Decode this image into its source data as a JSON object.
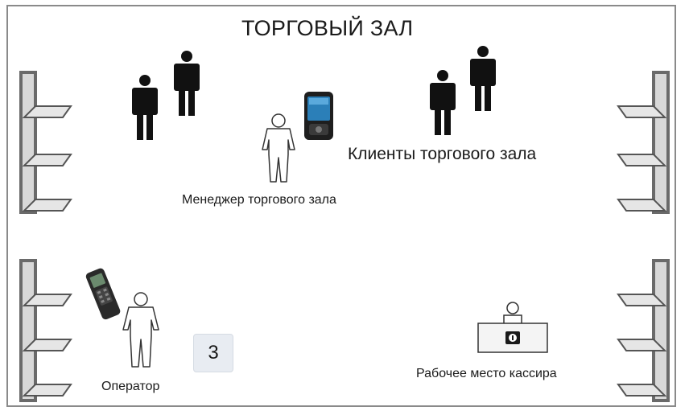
{
  "title": "ТОРГОВЫЙ ЗАЛ",
  "labels": {
    "clients": "Клиенты торгового зала",
    "manager": "Менеджер торгового зала",
    "operator": "Оператор",
    "cashier": "Рабочее место кассира"
  },
  "zone_badge": "3",
  "icons": {
    "client": "person-solid-icon",
    "staff": "person-outline-icon",
    "pda": "pda-device-icon",
    "scanner": "barcode-scanner-icon",
    "shelf": "shelf-rack-icon",
    "cashier_desk": "cashier-desk-icon"
  },
  "colors": {
    "border": "#8a8a8a",
    "shelf": "#5a5a5a",
    "client": "#111111",
    "badge_bg": "#e8ecf2"
  }
}
